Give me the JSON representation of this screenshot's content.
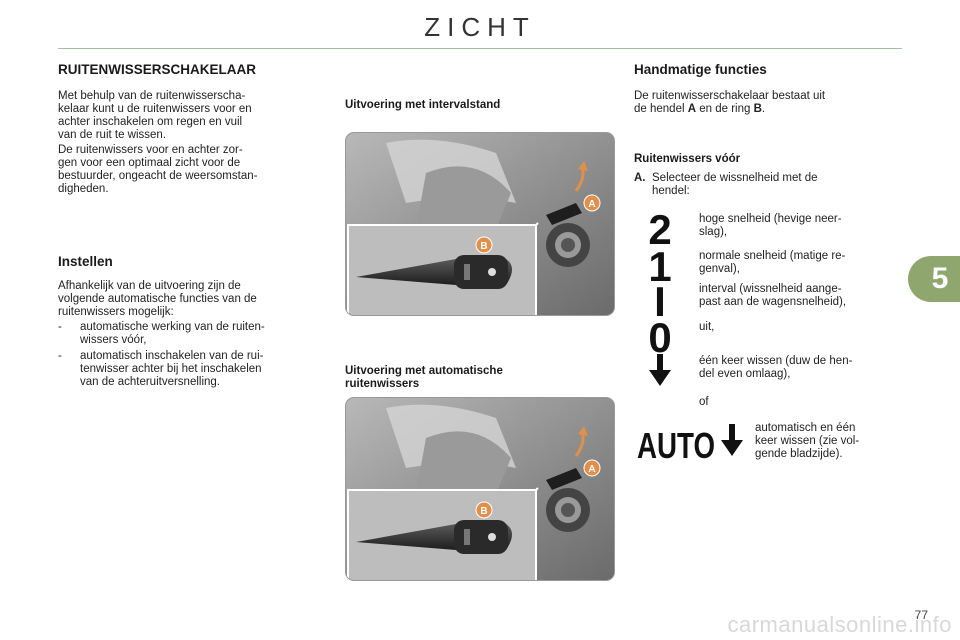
{
  "header": {
    "title": "ZICHT"
  },
  "left": {
    "heading": "RUITENWISSERSCHAKELAAR",
    "p1": [
      "Met behulp van de ruitenwisserscha-",
      "kelaar kunt u de ruitenwissers voor en",
      "achter inschakelen om regen en vuil",
      "van de ruit te wissen."
    ],
    "p2": [
      "De ruitenwissers voor en achter zor-",
      "gen voor een optimaal zicht voor de",
      "bestuurder, ongeacht de weersomstan-",
      "digheden."
    ],
    "subheading": "Instellen",
    "p3": [
      "Afhankelijk van de uitvoering zijn de",
      "volgende automatische functies van de",
      "ruitenwissers mogelijk:"
    ],
    "items": [
      {
        "dash": "-",
        "lines": [
          "automatische werking van de ruiten-",
          "wissers vóór,"
        ]
      },
      {
        "dash": "-",
        "lines": [
          "automatisch inschakelen van de rui-",
          "tenwisser achter bij het inschakelen",
          "van de achteruitversnelling."
        ]
      }
    ]
  },
  "middle": {
    "caption1": "Uitvoering met intervalstand",
    "caption2": [
      "Uitvoering met automatische",
      "ruitenwissers"
    ],
    "label_a": "A",
    "label_b": "B"
  },
  "right": {
    "heading": "Handmatige functies",
    "intro": {
      "pre": "De ruitenwisserschakelaar bestaat uit",
      "mid1": "de hendel ",
      "a": "A",
      "mid2": " en de ring ",
      "b": "B",
      "end": "."
    },
    "subheading": "Ruitenwissers vóór",
    "step_label": "A.",
    "step_text": [
      "Selecteer de wissnelheid met de",
      "hendel:"
    ],
    "symbols": [
      {
        "glyph": "2",
        "icon": "speed-2-icon",
        "lines": [
          "hoge snelheid (hevige neer-",
          "slag),"
        ]
      },
      {
        "glyph": "1",
        "icon": "speed-1-icon",
        "lines": [
          "normale snelheid (matige re-",
          "genval),"
        ]
      },
      {
        "glyph": "I",
        "icon": "interval-icon",
        "lines": [
          "interval (wissnelheid aange-",
          "past aan de wagensnelheid),"
        ]
      },
      {
        "glyph": "0",
        "icon": "off-icon",
        "lines": [
          "uit,"
        ]
      },
      {
        "glyph": "↓",
        "icon": "single-wipe-arrow-icon",
        "lines": [
          "één keer wissen (duw de hen-",
          "del even omlaag),"
        ]
      }
    ],
    "or": "of",
    "auto_glyph": "AUTO",
    "auto_lines": [
      "automatisch en één",
      "keer wissen (zie vol-",
      "gende bladzijde)."
    ]
  },
  "chapter": {
    "number": "5",
    "color": "#8fa66e"
  },
  "footer": {
    "page": "77",
    "watermark": "carmanualsonline.info"
  }
}
